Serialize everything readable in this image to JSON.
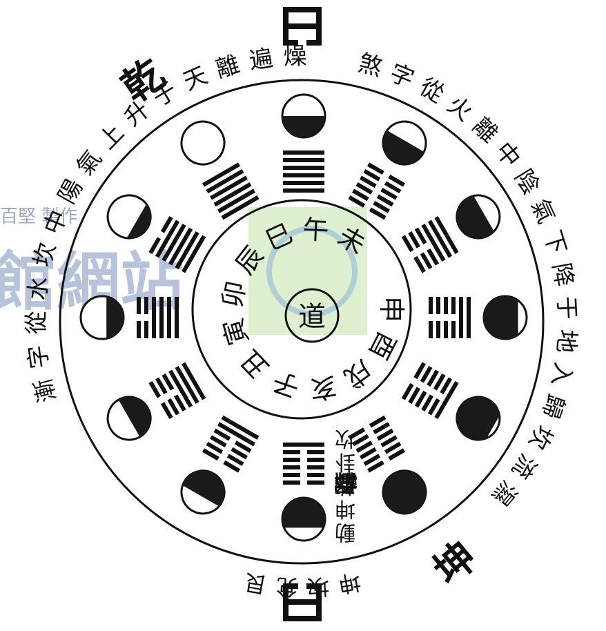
{
  "diagram": {
    "center_char": "道",
    "inner_ring_chars": [
      "未",
      "午",
      "巳",
      "辰",
      "卯",
      "寅",
      "丑",
      "子",
      "亥",
      "戌",
      "酉",
      "申"
    ],
    "outer_texts": {
      "top_right": "煞字從火離中陰氣下降于地入歸坎流濕",
      "left": "漸字從水坎中陽氣上升于天離遍燥",
      "lower_right": "坎卦乾坤動",
      "bottom_right": "艮兌坎坤"
    },
    "corner_chars": {
      "upper_left": "乾",
      "lower_right": "坤"
    },
    "trigram_labels": [
      "離",
      "坎"
    ],
    "hexagrams": [
      {
        "name": "top",
        "lines": [
          1,
          1,
          1,
          1,
          1,
          1
        ]
      },
      {
        "name": "upper-right",
        "lines": [
          0,
          0,
          0,
          0,
          0,
          0
        ]
      },
      {
        "name": "right-upper",
        "lines": [
          1,
          1,
          1,
          0,
          0,
          0
        ]
      },
      {
        "name": "right",
        "lines": [
          1,
          1,
          0,
          0,
          0,
          0
        ]
      },
      {
        "name": "right-lower",
        "lines": [
          1,
          0,
          0,
          0,
          0,
          0
        ]
      },
      {
        "name": "lower-right",
        "lines": [
          0,
          0,
          0,
          0,
          0,
          0
        ]
      },
      {
        "name": "bottom",
        "lines": [
          0,
          0,
          0,
          0,
          0,
          1
        ]
      },
      {
        "name": "lower-left",
        "lines": [
          0,
          0,
          0,
          0,
          1,
          1
        ]
      },
      {
        "name": "left-lower",
        "lines": [
          0,
          0,
          0,
          1,
          1,
          1
        ]
      },
      {
        "name": "left",
        "lines": [
          0,
          0,
          1,
          1,
          1,
          1
        ]
      },
      {
        "name": "left-upper",
        "lines": [
          0,
          1,
          1,
          1,
          1,
          1
        ]
      },
      {
        "name": "upper-left",
        "lines": [
          1,
          1,
          1,
          1,
          1,
          1
        ]
      }
    ],
    "moon_phases": [
      0.5,
      0.55,
      0.65,
      0.8,
      0.9,
      1.0,
      0.7,
      0.6,
      0.5,
      0.4,
      0.3,
      0.0
    ]
  },
  "watermark": {
    "line1": "百堅 製作",
    "line2": "館網站"
  },
  "colors": {
    "ink": "#111111",
    "paper": "#ffffff",
    "watermark": "#6f88b8",
    "stamp": "#c8e6b0"
  }
}
